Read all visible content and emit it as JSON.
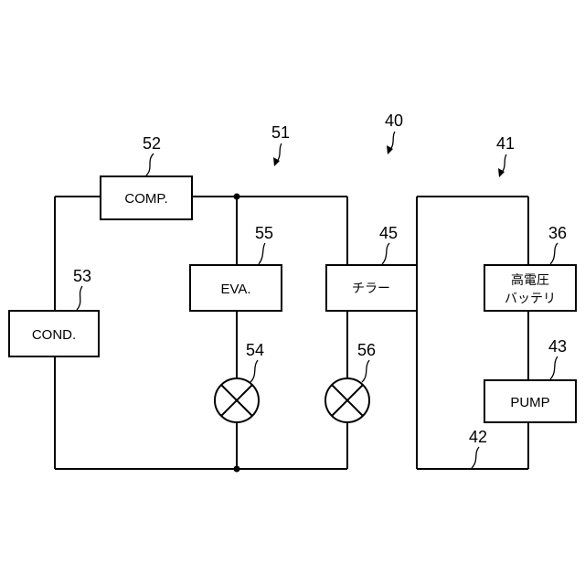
{
  "components": {
    "comp": "COMP.",
    "cond": "COND.",
    "eva": "EVA.",
    "chiller": "チラー",
    "battery_line1": "高電圧",
    "battery_line2": "バッテリ",
    "pump": "PUMP"
  },
  "refs": {
    "r40": "40",
    "r41": "41",
    "r42": "42",
    "r43": "43",
    "r45": "45",
    "r51": "51",
    "r52": "52",
    "r53": "53",
    "r54": "54",
    "r55": "55",
    "r56": "56",
    "r36": "36"
  }
}
